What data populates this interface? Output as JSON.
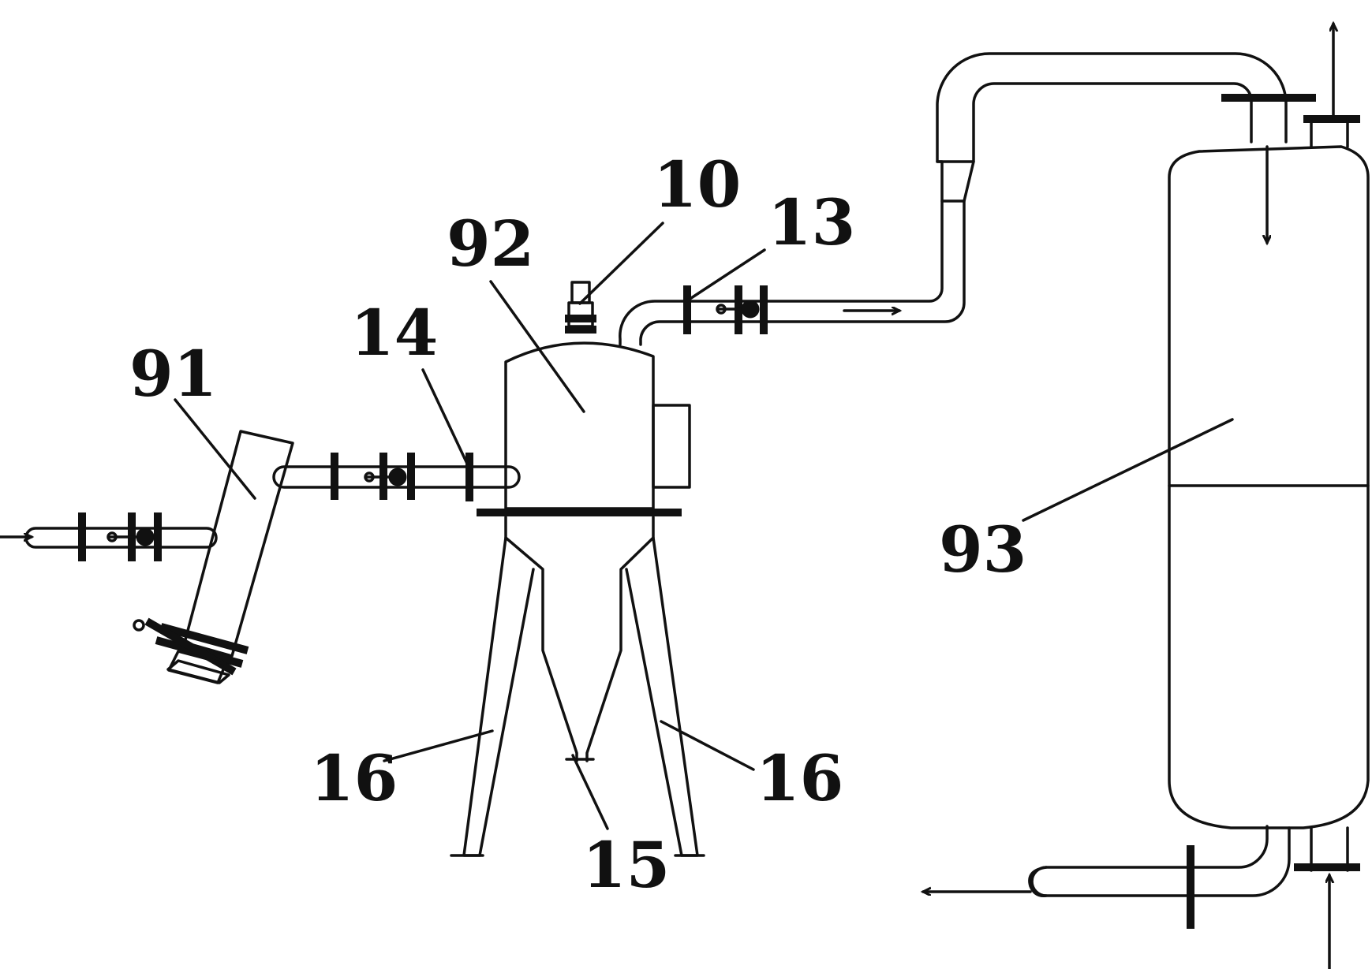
{
  "labels": {
    "n91": "91",
    "n92": "92",
    "n93": "93",
    "n10": "10",
    "n13": "13",
    "n14": "14",
    "n15": "15",
    "n16_left": "16",
    "n16_right": "16"
  }
}
